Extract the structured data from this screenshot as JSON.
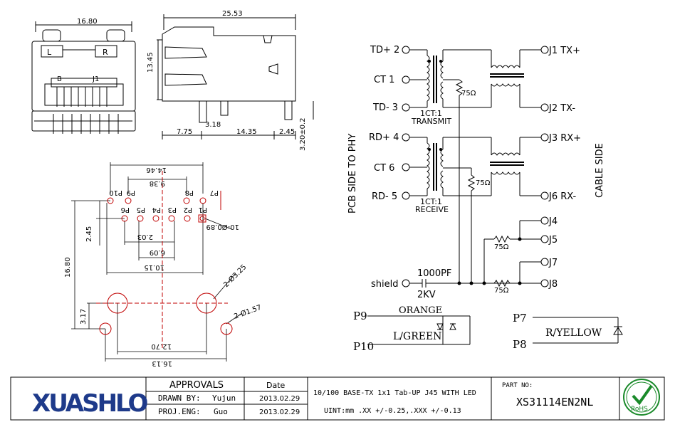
{
  "colors": {
    "pcb_pattern": "#c00000",
    "logo_blue": "#1e3a8a",
    "rohs_green": "#1a8a2a",
    "line": "#000000"
  },
  "front_view": {
    "width": "16.80",
    "left_label": "L",
    "right_label": "R",
    "pin_b": "B",
    "pin_j": "J1"
  },
  "side_view": {
    "width": "25.53",
    "height": "13.45",
    "d1": "7.75",
    "d2": "3.18",
    "d3": "14.35",
    "d4": "2.45",
    "d5": "3.20±0.2"
  },
  "pcb_view": {
    "w_top": "14.46",
    "w_mid": "9.38",
    "d_245": "2.45",
    "d_203": "2.03",
    "d_609": "6.09",
    "d_1015": "10.15",
    "d_1680": "16.80",
    "d_317": "3.17",
    "d_1270": "12.70",
    "d_1613": "16.13",
    "hole_small": "10-Ø0.89",
    "hole_big": "2-Ø3.25",
    "hole_mid": "2-Ø1.57",
    "p_labels": [
      "P10",
      "P9",
      "P8",
      "P7"
    ],
    "p_labels_row2": [
      "P6",
      "P5",
      "P4",
      "P3",
      "P2",
      "P1"
    ]
  },
  "schematic": {
    "pcb_side": "PCB SIDE TO PHY",
    "cable_side": "CABLE SIDE",
    "td_plus": "TD+ 2",
    "ct1": "CT  1",
    "td_minus": "TD- 3",
    "rd_plus": "RD+ 4",
    "ct2": "CT  6",
    "rd_minus": "RD- 5",
    "ratio1": "1CT:1",
    "transmit": "TRANSMIT",
    "ratio2": "1CT:1",
    "receive": "RECEIVE",
    "r75": "75Ω",
    "j1": "J1 TX+",
    "j2": "J2 TX-",
    "j3": "J3 RX+",
    "j6": "J6 RX-",
    "j4": "J4",
    "j5": "J5",
    "j7": "J7",
    "j8": "J8",
    "shield": "shield",
    "cap": "1000PF",
    "kv": "2KV",
    "p9": "P9",
    "p10": "P10",
    "p7": "P7",
    "p8": "P8",
    "orange": "ORANGE",
    "lgreen": "L/GREEN",
    "ryellow": "R/YELLOW"
  },
  "title_block": {
    "logo": "XUASHLO",
    "approvals": "APPROVALS",
    "date_h": "Date",
    "drawn_by": "DRAWN BY:",
    "drawn_name": "Yujun",
    "drawn_date": "2013.02.29",
    "proj_eng": "PROJ.ENG:",
    "proj_name": "Guo",
    "proj_date": "2013.02.29",
    "description": "10/100 BASE-TX 1x1 Tab-UP J45 WITH LED",
    "units": "UINT:mm .XX +/-0.25,.XXX +/-0.13",
    "part_no_label": "PART NO:",
    "part_no": "XS31114EN2NL",
    "rohs": "RoHS"
  }
}
